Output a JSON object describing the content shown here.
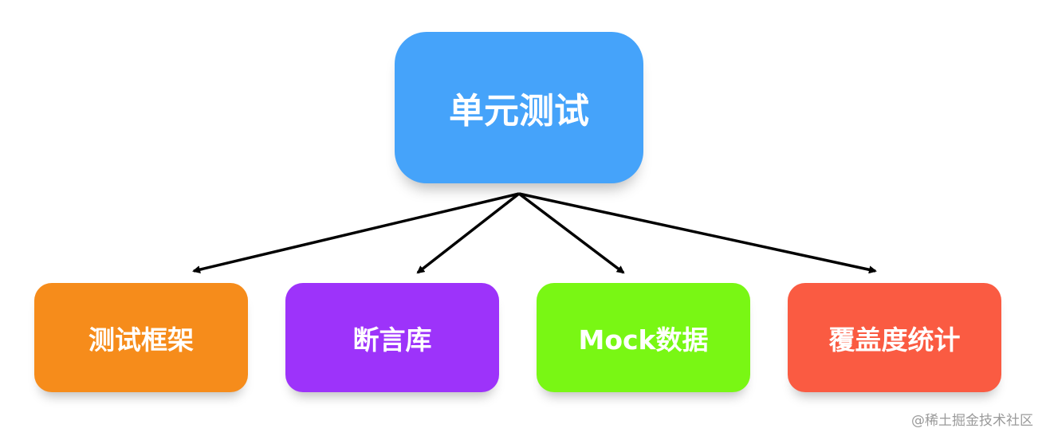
{
  "diagram": {
    "root": {
      "label": "单元测试",
      "color": "#45a3fa"
    },
    "children": [
      {
        "label": "测试框架",
        "color": "#f68c1b"
      },
      {
        "label": "断言库",
        "color": "#9d33fa"
      },
      {
        "label": "Mock数据",
        "color": "#79f714"
      },
      {
        "label": "覆盖度统计",
        "color": "#fa5b42"
      }
    ],
    "arrow_color": "#000000"
  },
  "watermark": "@稀土掘金技术社区"
}
